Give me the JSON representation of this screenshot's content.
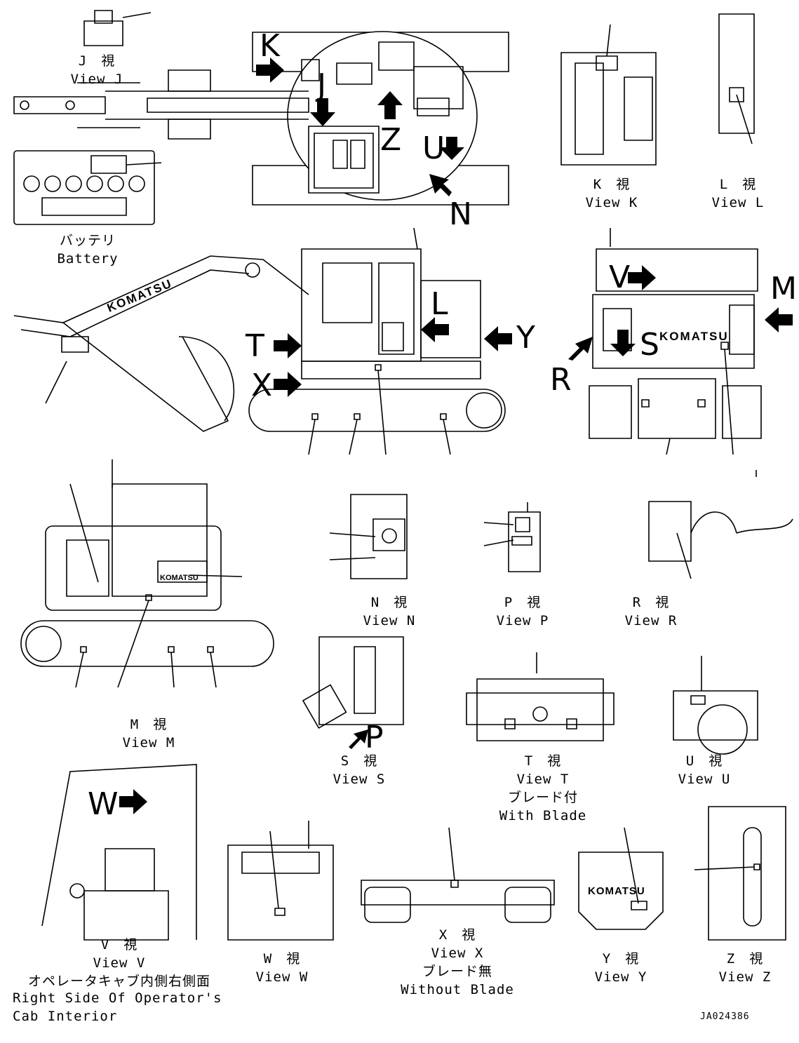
{
  "views": {
    "j": {
      "jp": "J　視",
      "en": "View J"
    },
    "k": {
      "jp": "K　視",
      "en": "View K"
    },
    "l": {
      "jp": "L　視",
      "en": "View L"
    },
    "battery": {
      "jp": "バッテリ",
      "en": "Battery"
    },
    "n": {
      "jp": "N　視",
      "en": "View N"
    },
    "p": {
      "jp": "P　視",
      "en": "View P"
    },
    "r": {
      "jp": "R　視",
      "en": "View R"
    },
    "m": {
      "jp": "M　視",
      "en": "View M"
    },
    "s": {
      "jp": "S　視",
      "en": "View S"
    },
    "t": {
      "jp": "T　視",
      "en": "View T",
      "jp2": "ブレード付",
      "en2": "With Blade"
    },
    "u": {
      "jp": "U　視",
      "en": "View U"
    },
    "v": {
      "jp": "V　視",
      "en": "View V",
      "jp2": "オペレータキャブ内側右側面",
      "en2": "Right Side Of Operator's",
      "en3": "Cab Interior"
    },
    "w": {
      "jp": "W　視",
      "en": "View W"
    },
    "x": {
      "jp": "X　視",
      "en": "View X",
      "jp2": "ブレード無",
      "en2": "Without Blade"
    },
    "y": {
      "jp": "Y　視",
      "en": "View Y"
    },
    "z": {
      "jp": "Z　視",
      "en": "View Z"
    }
  },
  "markers": {
    "K": "K",
    "J": "J",
    "Z": "Z",
    "U": "U",
    "N": "N",
    "L": "L",
    "Y": "Y",
    "T": "T",
    "X": "X",
    "V": "V",
    "M": "M",
    "S": "S",
    "R": "R",
    "P": "P",
    "W": "W"
  },
  "brand": "KOMATSU",
  "drawing_code": "JA024386"
}
